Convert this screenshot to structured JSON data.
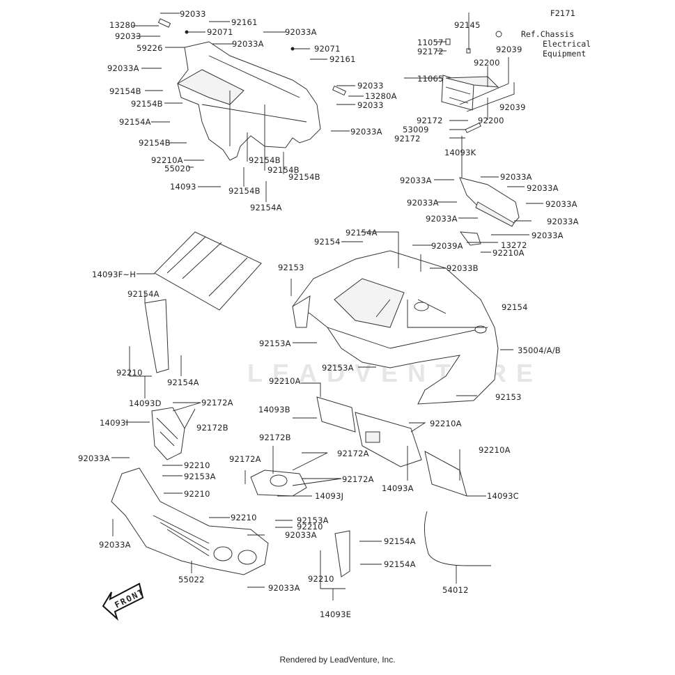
{
  "figure_id": "F2171",
  "reference_note": [
    "Ref.Chassis",
    "Electrical",
    "Equipment"
  ],
  "watermark": "LEADVENTURE",
  "footer": "Rendered by LeadVenture, Inc.",
  "front_arrow": "FRONT",
  "labels": [
    {
      "id": "l1",
      "text": "92033"
    },
    {
      "id": "l2",
      "text": "92161"
    },
    {
      "id": "l3",
      "text": "13280"
    },
    {
      "id": "l4",
      "text": "92033"
    },
    {
      "id": "l5",
      "text": "92071"
    },
    {
      "id": "l6",
      "text": "92033A"
    },
    {
      "id": "l7",
      "text": "59226"
    },
    {
      "id": "l8",
      "text": "92033A"
    },
    {
      "id": "l9",
      "text": "92071"
    },
    {
      "id": "l10",
      "text": "92161"
    },
    {
      "id": "l11",
      "text": "92033A"
    },
    {
      "id": "l12",
      "text": "92033"
    },
    {
      "id": "l13",
      "text": "13280A"
    },
    {
      "id": "l14",
      "text": "92033"
    },
    {
      "id": "l15",
      "text": "92154B"
    },
    {
      "id": "l16",
      "text": "92154B"
    },
    {
      "id": "l17",
      "text": "92154A"
    },
    {
      "id": "l18",
      "text": "92033A"
    },
    {
      "id": "l19",
      "text": "92154B"
    },
    {
      "id": "l20",
      "text": "92210A"
    },
    {
      "id": "l21",
      "text": "55020"
    },
    {
      "id": "l22",
      "text": "92154B"
    },
    {
      "id": "l23",
      "text": "92154B"
    },
    {
      "id": "l24",
      "text": "92154B"
    },
    {
      "id": "l25",
      "text": "14093"
    },
    {
      "id": "l26",
      "text": "92154B"
    },
    {
      "id": "l27",
      "text": "92154A"
    },
    {
      "id": "l28",
      "text": "92145"
    },
    {
      "id": "l29",
      "text": "11057"
    },
    {
      "id": "l30",
      "text": "92172"
    },
    {
      "id": "l31",
      "text": "92039"
    },
    {
      "id": "l32",
      "text": "92200"
    },
    {
      "id": "l33",
      "text": "11065"
    },
    {
      "id": "l34",
      "text": "92039"
    },
    {
      "id": "l35",
      "text": "92200"
    },
    {
      "id": "l36",
      "text": "92172"
    },
    {
      "id": "l37",
      "text": "53009"
    },
    {
      "id": "l38",
      "text": "92172"
    },
    {
      "id": "l39",
      "text": "14093K"
    },
    {
      "id": "l40",
      "text": "92033A"
    },
    {
      "id": "l41",
      "text": "92033A"
    },
    {
      "id": "l42",
      "text": "92033A"
    },
    {
      "id": "l43",
      "text": "92033A"
    },
    {
      "id": "l44",
      "text": "92033A"
    },
    {
      "id": "l45",
      "text": "92033A"
    },
    {
      "id": "l46",
      "text": "92033A"
    },
    {
      "id": "l47",
      "text": "92033A"
    },
    {
      "id": "l48",
      "text": "13272"
    },
    {
      "id": "l49",
      "text": "92210A"
    },
    {
      "id": "l50",
      "text": "92154A"
    },
    {
      "id": "l51",
      "text": "92154"
    },
    {
      "id": "l52",
      "text": "92039A"
    },
    {
      "id": "l53",
      "text": "92033B"
    },
    {
      "id": "l54",
      "text": "14093F~H"
    },
    {
      "id": "l55",
      "text": "92153"
    },
    {
      "id": "l56",
      "text": "92154A"
    },
    {
      "id": "l57",
      "text": "92154"
    },
    {
      "id": "l58",
      "text": "92153A"
    },
    {
      "id": "l59",
      "text": "35004/A/B"
    },
    {
      "id": "l60",
      "text": "92210"
    },
    {
      "id": "l61",
      "text": "92154A"
    },
    {
      "id": "l62",
      "text": "92153A"
    },
    {
      "id": "l63",
      "text": "14093D"
    },
    {
      "id": "l64",
      "text": "92210A"
    },
    {
      "id": "l65",
      "text": "92153"
    },
    {
      "id": "l66",
      "text": "92172A"
    },
    {
      "id": "l67",
      "text": "14093B"
    },
    {
      "id": "l68",
      "text": "14093I"
    },
    {
      "id": "l69",
      "text": "92172B"
    },
    {
      "id": "l70",
      "text": "92210A"
    },
    {
      "id": "l71",
      "text": "92172B"
    },
    {
      "id": "l72",
      "text": "92033A"
    },
    {
      "id": "l73",
      "text": "92172A"
    },
    {
      "id": "l74",
      "text": "92210"
    },
    {
      "id": "l75",
      "text": "92172A"
    },
    {
      "id": "l76",
      "text": "92210A"
    },
    {
      "id": "l77",
      "text": "92153A"
    },
    {
      "id": "l78",
      "text": "92172A"
    },
    {
      "id": "l79",
      "text": "92210"
    },
    {
      "id": "l80",
      "text": "14093J"
    },
    {
      "id": "l81",
      "text": "14093A"
    },
    {
      "id": "l82",
      "text": "14093C"
    },
    {
      "id": "l83",
      "text": "92210"
    },
    {
      "id": "l84",
      "text": "92210"
    },
    {
      "id": "l85",
      "text": "92153A"
    },
    {
      "id": "l86",
      "text": "92033A"
    },
    {
      "id": "l87",
      "text": "92154A"
    },
    {
      "id": "l88",
      "text": "92033A"
    },
    {
      "id": "l89",
      "text": "92154A"
    },
    {
      "id": "l90",
      "text": "55022"
    },
    {
      "id": "l91",
      "text": "92033A"
    },
    {
      "id": "l92",
      "text": "92210"
    },
    {
      "id": "l93",
      "text": "54012"
    },
    {
      "id": "l94",
      "text": "14093E"
    }
  ]
}
